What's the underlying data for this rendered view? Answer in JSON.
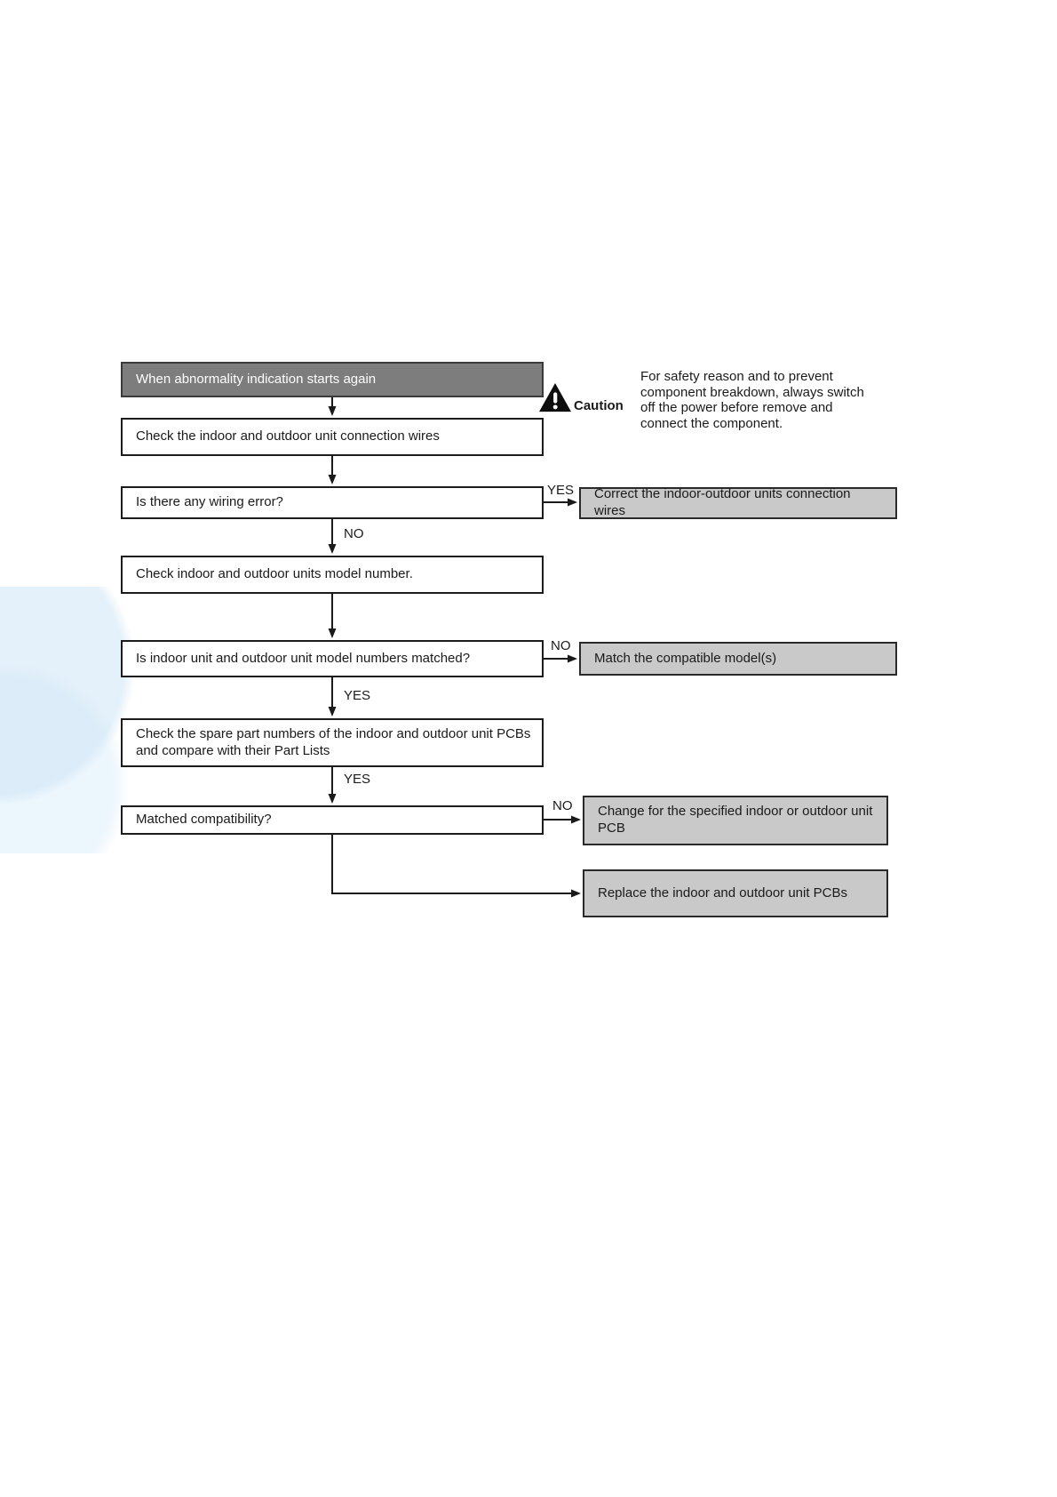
{
  "flowchart": {
    "start": {
      "text": "When abnormality indication starts again"
    },
    "steps": {
      "check_wires": "Check the indoor and outdoor unit connection wires",
      "wiring_error": "Is there any wiring error?",
      "check_model": "Check indoor and outdoor units model number.",
      "model_matched": "Is indoor unit and outdoor unit model numbers matched?",
      "check_spare_parts": "Check the spare part numbers of the indoor and outdoor unit PCBs and compare with their Part Lists",
      "matched_compatibility": "Matched compatibility?"
    },
    "actions": {
      "correct_wires": "Correct the indoor-outdoor units connection wires",
      "match_model": "Match the compatible model(s)",
      "change_pcb": "Change for the specified indoor or outdoor unit PCB",
      "replace_pcb": "Replace the indoor and outdoor unit PCBs"
    },
    "branch_labels": {
      "wiring_error_yes": "YES",
      "wiring_error_no": "NO",
      "model_matched_no": "NO",
      "model_matched_yes": "YES",
      "spare_parts_yes": "YES",
      "compatibility_no": "NO"
    },
    "caution": {
      "label": "Caution",
      "text": "For safety reason and to prevent component breakdown, always switch off the power before remove and connect the component."
    },
    "colors": {
      "start_box_bg": "#7d7d7d",
      "action_box_bg": "#c9c9c9",
      "line": "#1a1a1a",
      "watermark_blue": "#cde4f5"
    }
  }
}
